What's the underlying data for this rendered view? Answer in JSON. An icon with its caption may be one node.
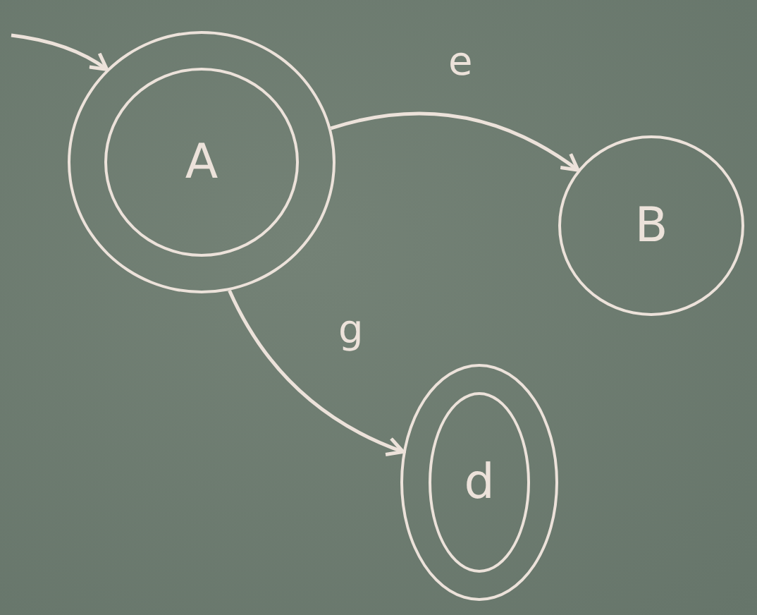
{
  "diagram": {
    "nodes": [
      {
        "text": [
          "A"
        ]
      },
      {
        "text": [
          "B"
        ]
      },
      {
        "text": [
          "d"
        ]
      }
    ],
    "edges": [
      {
        "from": null,
        "to": 0,
        "arrow": "to"
      },
      {
        "from": 0,
        "to": 1,
        "arrow": "to",
        "label": "e"
      },
      {
        "from": 0,
        "to": 2,
        "arrow": "to",
        "label": "g"
      }
    ]
  }
}
